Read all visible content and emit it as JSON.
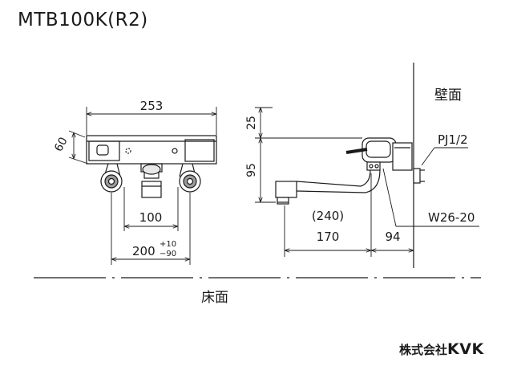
{
  "title": "MTB100K(R2)",
  "labels": {
    "wall": "壁面",
    "floor": "床面",
    "pj": "PJ1/2",
    "w": "W26-20"
  },
  "front": {
    "width": "253",
    "depth": "60",
    "spout": "100",
    "center": "200",
    "tol_plus": "+10",
    "tol_minus": "−90"
  },
  "side": {
    "top": "25",
    "height": "95",
    "reach_total": "(240)",
    "reach": "170",
    "wall_offset": "94"
  },
  "brand": {
    "prefix": "株式会社",
    "name": "KVK"
  }
}
